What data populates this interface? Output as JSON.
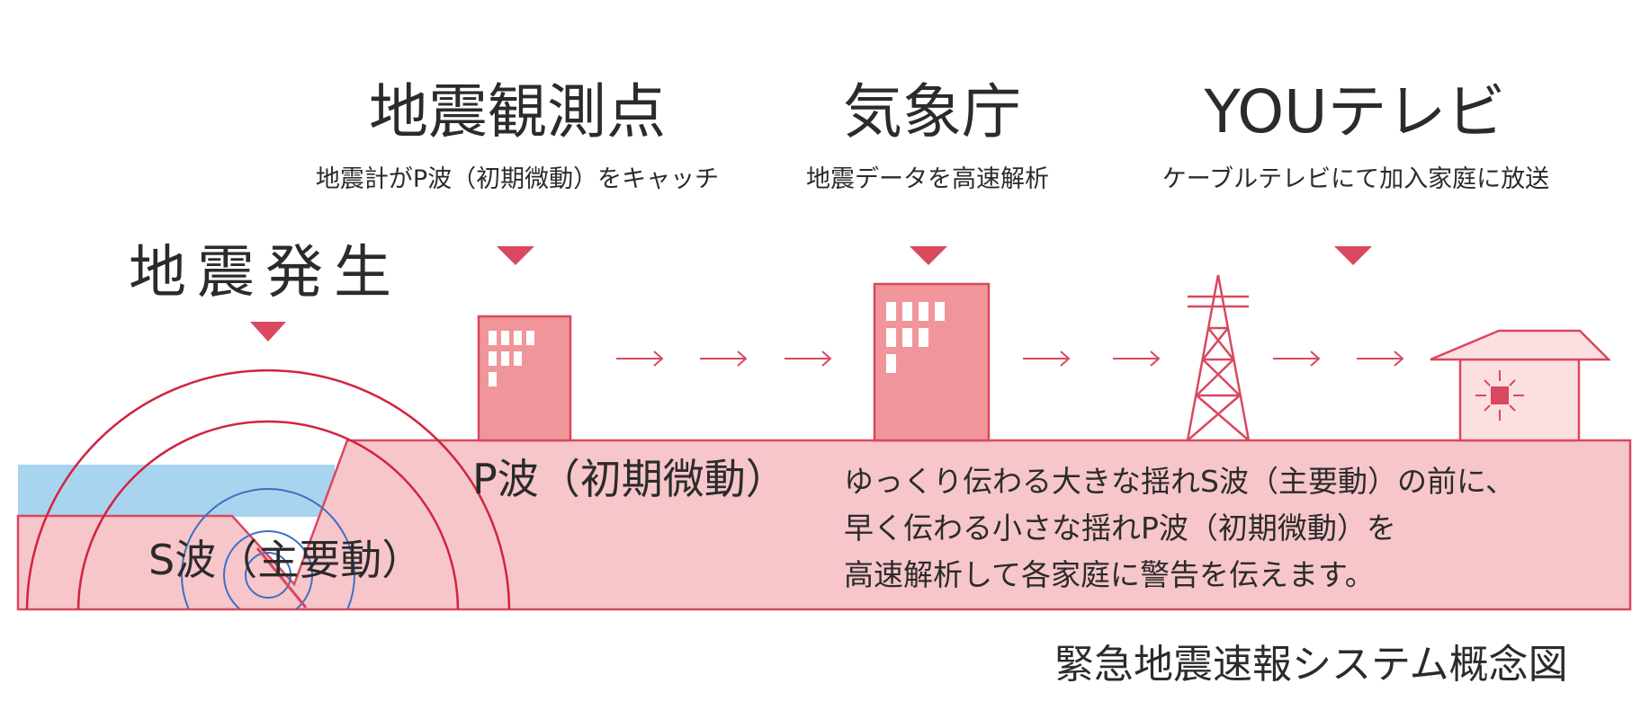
{
  "stages": [
    {
      "title": "地震観測点",
      "subtitle": "地震計がP波（初期微動）をキャッチ"
    },
    {
      "title": "気象庁",
      "subtitle": "地震データを高速解析"
    },
    {
      "title": "YOUテレビ",
      "subtitle": "ケーブルテレビにて加入家庭に放送"
    }
  ],
  "earthquake_label": "地震発生",
  "p_wave_label": "P波（初期微動）",
  "s_wave_label": "S波（主要動）",
  "description": [
    "ゆっくり伝わる大きな揺れS波（主要動）の前に、",
    "早く伝わる小さな揺れP波（初期微動）を",
    "高速解析して各家庭に警告を伝えます。"
  ],
  "caption": "緊急地震速報システム概念図",
  "colors": {
    "accent": "#d9485f",
    "ground": "#f6c6ca",
    "building": "#f0969a",
    "sea": "#a9d4ef",
    "epicenter_rings": "#3f6fc4",
    "text": "#2b2b2b"
  },
  "icons": [
    "down-triangle-icon",
    "arrow-right-icon",
    "observation-building-icon",
    "agency-building-icon",
    "transmission-tower-icon",
    "house-icon",
    "alarm-burst-icon"
  ]
}
